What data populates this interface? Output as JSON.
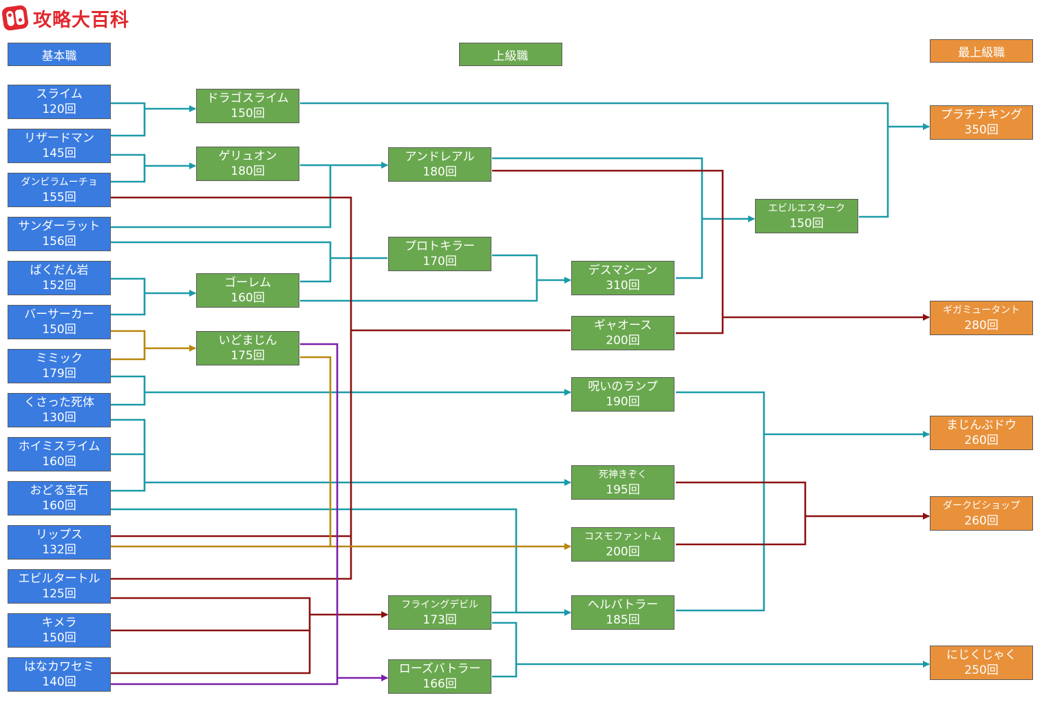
{
  "logo": {
    "text": "攻略大百科",
    "icon": "game-controller-icon",
    "color": "#e0282e"
  },
  "headers": {
    "base": "基本職",
    "advanced": "上級職",
    "top": "最上級職"
  },
  "colors": {
    "base": "#3a7be0",
    "advanced": "#6aa84f",
    "top": "#e8913a",
    "teal": "#1a9aa8",
    "red": "#8b1010",
    "gold": "#b8860b",
    "purple": "#7a1ea8"
  },
  "base": [
    {
      "id": "slime",
      "name": "スライム",
      "count": "120回"
    },
    {
      "id": "lizardman",
      "name": "リザードマン",
      "count": "145回"
    },
    {
      "id": "danbira",
      "name": "ダンビラムーチョ",
      "count": "155回"
    },
    {
      "id": "thunderrat",
      "name": "サンダーラット",
      "count": "156回"
    },
    {
      "id": "bakudan",
      "name": "ばくだん岩",
      "count": "152回"
    },
    {
      "id": "berserker",
      "name": "バーサーカー",
      "count": "150回"
    },
    {
      "id": "mimic",
      "name": "ミミック",
      "count": "179回"
    },
    {
      "id": "kusatta",
      "name": "くさった死体",
      "count": "130回"
    },
    {
      "id": "hoimi",
      "name": "ホイミスライム",
      "count": "160回"
    },
    {
      "id": "odoru",
      "name": "おどる宝石",
      "count": "160回"
    },
    {
      "id": "lips",
      "name": "リップス",
      "count": "132回"
    },
    {
      "id": "eviltortle",
      "name": "エビルタートル",
      "count": "125回"
    },
    {
      "id": "chimera",
      "name": "キメラ",
      "count": "150回"
    },
    {
      "id": "hanakawa",
      "name": "はなカワセミ",
      "count": "140回"
    }
  ],
  "advanced": [
    {
      "id": "dragoslime",
      "name": "ドラゴスライム",
      "count": "150回"
    },
    {
      "id": "geryon",
      "name": "ゲリュオン",
      "count": "180回"
    },
    {
      "id": "golem",
      "name": "ゴーレム",
      "count": "160回"
    },
    {
      "id": "idomajin",
      "name": "いどまじん",
      "count": "175回"
    },
    {
      "id": "andreal",
      "name": "アンドレアル",
      "count": "180回"
    },
    {
      "id": "protokiller",
      "name": "プロトキラー",
      "count": "170回"
    },
    {
      "id": "flyingdevil",
      "name": "フライングデビル",
      "count": "173回"
    },
    {
      "id": "rosebattler",
      "name": "ローズバトラー",
      "count": "166回"
    },
    {
      "id": "deathmachine",
      "name": "デスマシーン",
      "count": "310回"
    },
    {
      "id": "gyaos",
      "name": "ギャオース",
      "count": "200回"
    },
    {
      "id": "noroi",
      "name": "呪いのランプ",
      "count": "190回"
    },
    {
      "id": "shinigami",
      "name": "死神きぞく",
      "count": "195回"
    },
    {
      "id": "cosmophantom",
      "name": "コスモファントム",
      "count": "200回"
    },
    {
      "id": "helbattler",
      "name": "ヘルバトラー",
      "count": "185回"
    },
    {
      "id": "evilestark",
      "name": "エビルエスターク",
      "count": "150回"
    }
  ],
  "top": [
    {
      "id": "platinaking",
      "name": "プラチナキング",
      "count": "350回"
    },
    {
      "id": "gigamutant",
      "name": "ギガミュータント",
      "count": "280回"
    },
    {
      "id": "majinbudou",
      "name": "まじんぶドウ",
      "count": "260回"
    },
    {
      "id": "darkbishop",
      "name": "ダークビショップ",
      "count": "260回"
    },
    {
      "id": "nijikujaku",
      "name": "にじくじゃく",
      "count": "250回"
    }
  ]
}
